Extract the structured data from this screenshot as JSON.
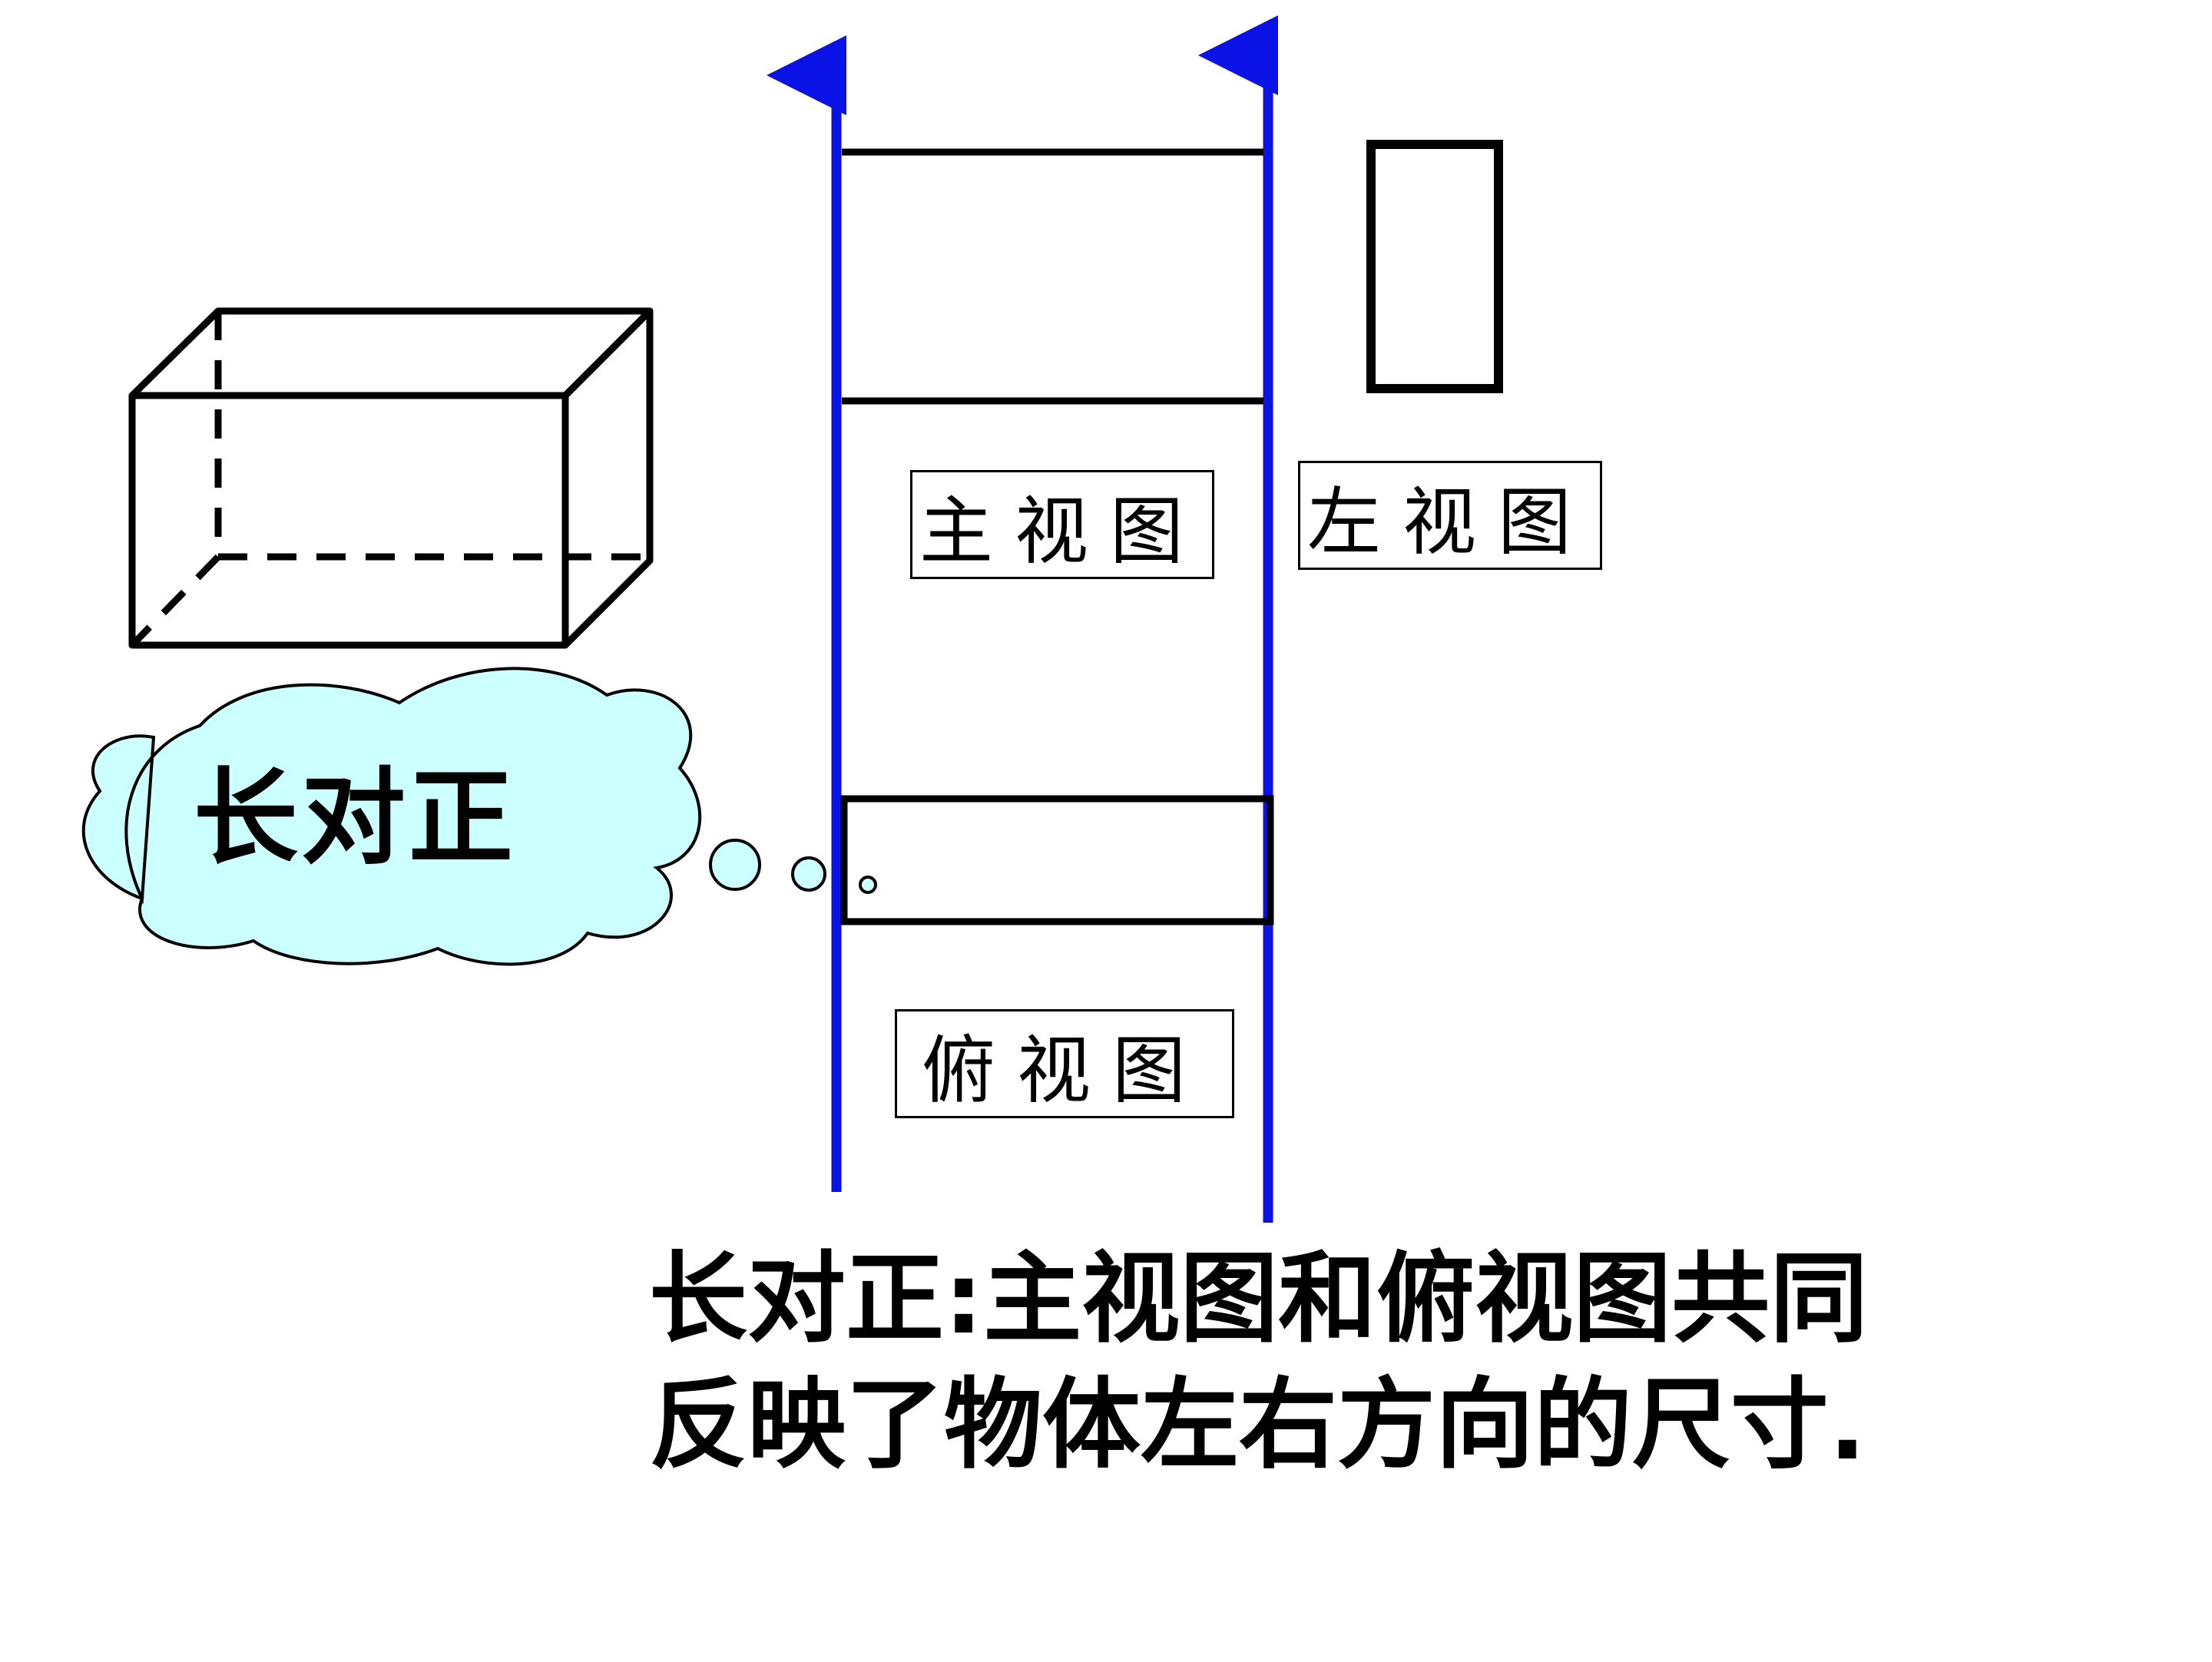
{
  "labels": {
    "front_view": "主视图",
    "left_view": "左视图",
    "top_view": "俯视图"
  },
  "bubble": {
    "text": "长对正"
  },
  "caption": {
    "line1": "长对正:主视图和俯视图共同",
    "line2": "反映了物体左右方向的尺寸."
  },
  "colors": {
    "projection_line": "#0b12e6",
    "outline": "#000000",
    "cloud_fill": "#ccffff"
  }
}
